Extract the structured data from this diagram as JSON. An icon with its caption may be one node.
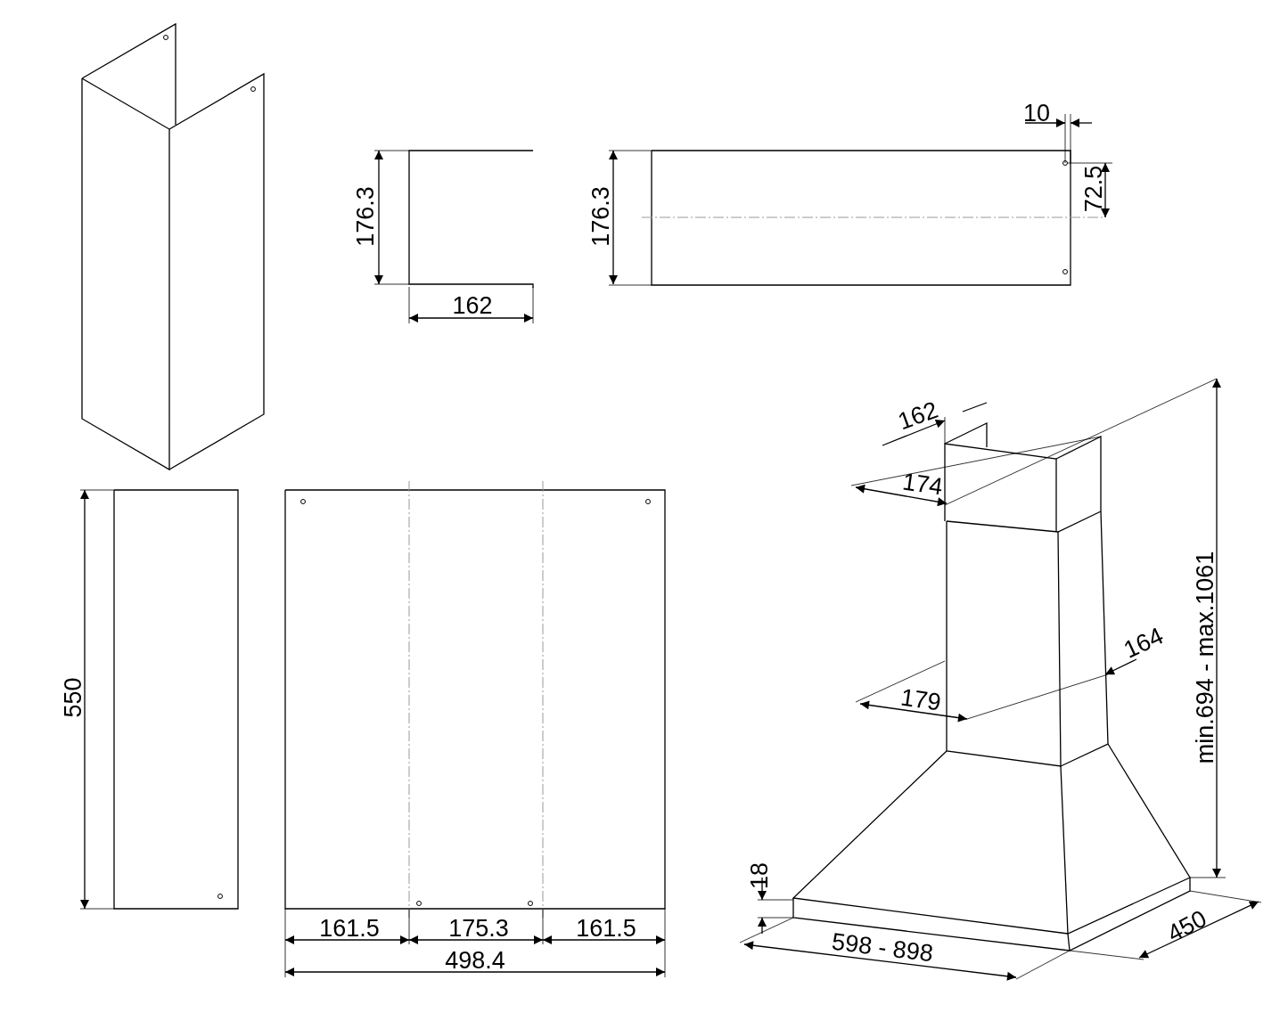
{
  "diagram": {
    "labels": [
      "10",
      "176.3",
      "176.3",
      "72.5",
      "162",
      "162",
      "174",
      "550",
      "164",
      "179",
      "min.694 - max.1061",
      "18",
      "161.5",
      "175.3",
      "161.5",
      "598 - 898",
      "498.4",
      "450"
    ]
  }
}
